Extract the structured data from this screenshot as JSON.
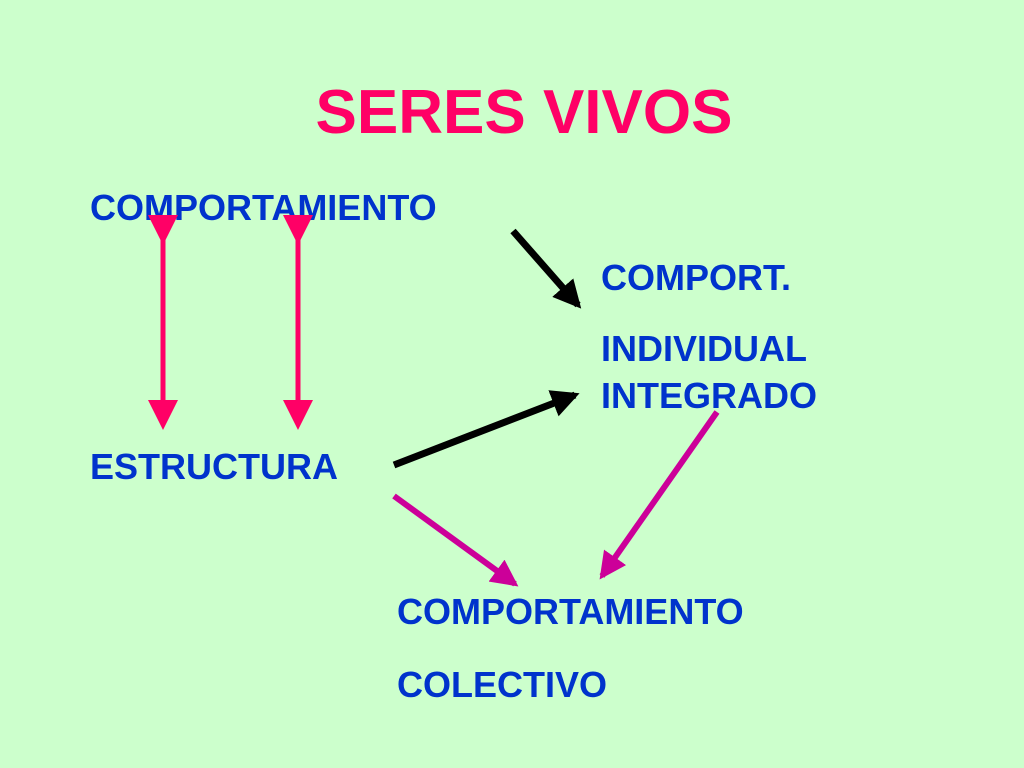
{
  "slide": {
    "title": "SERES VIVOS",
    "nodes": {
      "comportamiento": "COMPORTAMIENTO",
      "estructura": "ESTRUCTURA",
      "comport": "COMPORT.",
      "individual": "INDIVIDUAL",
      "integrado": "INTEGRADO",
      "comp_colectivo_1": "COMPORTAMIENTO",
      "comp_colectivo_2": "COLECTIVO"
    },
    "colors": {
      "background": "#ccffcc",
      "title": "#ff0066",
      "text": "#0033cc",
      "arrow_pink": "#ff0066",
      "arrow_black": "#000000",
      "arrow_magenta": "#cc0099"
    }
  }
}
